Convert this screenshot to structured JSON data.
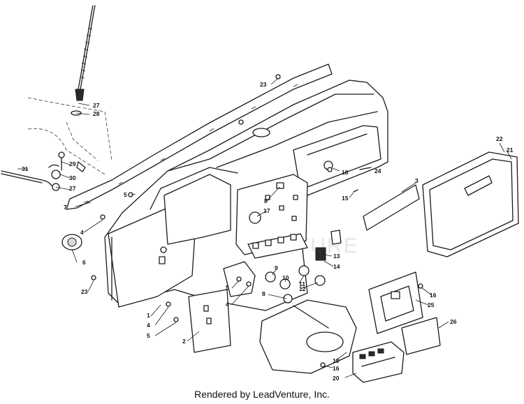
{
  "watermark": "LEADVENTURE",
  "footer": "Rendered by LeadVenture, Inc.",
  "callouts": [
    "27",
    "28",
    "29",
    "30",
    "27",
    "31",
    "23",
    "5",
    "7",
    "4",
    "6",
    "23",
    "1",
    "4",
    "5",
    "2",
    "8",
    "17",
    "18",
    "24",
    "15",
    "3",
    "22",
    "21",
    "13",
    "14",
    "9",
    "10",
    "11",
    "12",
    "8",
    "5",
    "4",
    "16",
    "25",
    "26",
    "19",
    "16",
    "20"
  ]
}
